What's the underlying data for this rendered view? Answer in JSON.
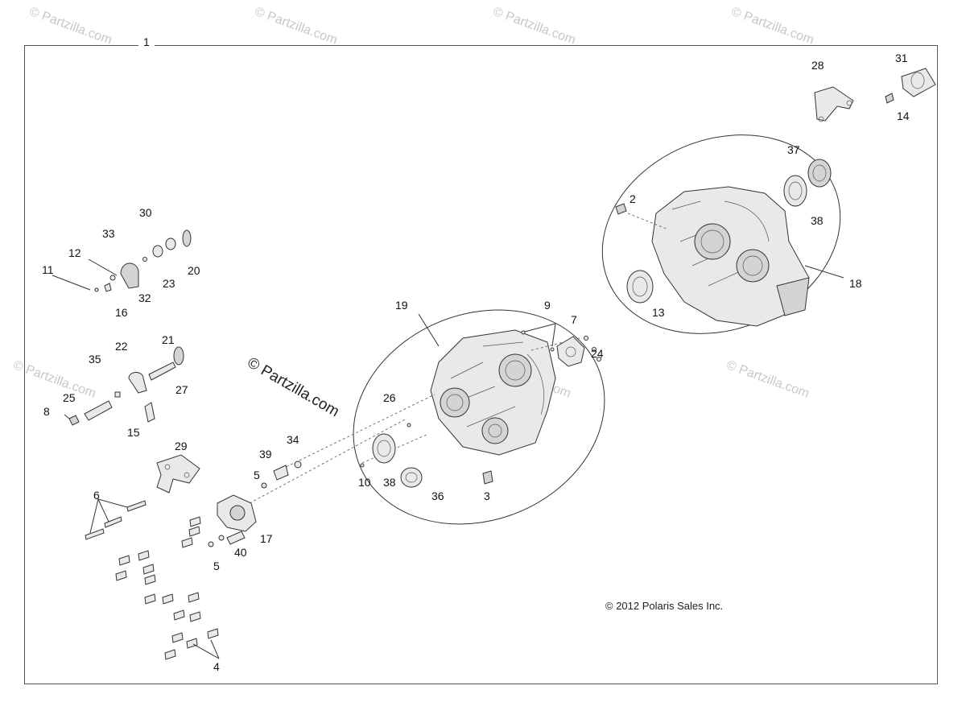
{
  "diagram": {
    "assembly_callout": "1",
    "copyright": "© 2012 Polaris Sales Inc.",
    "center_watermark": "© Partzilla.com",
    "background_watermark": "© Partzilla.com",
    "callouts": {
      "c2": "2",
      "c3": "3",
      "c4": "4",
      "c5a": "5",
      "c5b": "5",
      "c6": "6",
      "c7": "7",
      "c8": "8",
      "c9": "9",
      "c10": "10",
      "c11": "11",
      "c12": "12",
      "c13": "13",
      "c14": "14",
      "c15": "15",
      "c16": "16",
      "c17": "17",
      "c18": "18",
      "c19": "19",
      "c20": "20",
      "c21": "21",
      "c22": "22",
      "c23": "23",
      "c24": "24",
      "c25": "25",
      "c26": "26",
      "c27": "27",
      "c28": "28",
      "c29": "29",
      "c30": "30",
      "c31": "31",
      "c32": "32",
      "c33": "33",
      "c34": "34",
      "c35": "35",
      "c36": "36",
      "c37": "37",
      "c38a": "38",
      "c38b": "38",
      "c39": "39",
      "c40": "40"
    }
  }
}
